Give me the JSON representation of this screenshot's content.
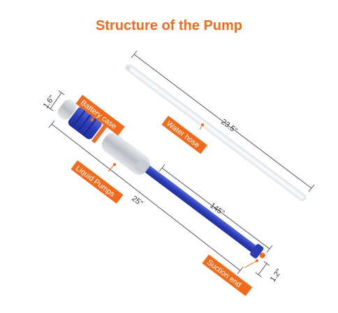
{
  "title": "Structure of the Pump",
  "colors": {
    "accent": "#f26b1d",
    "tube": "#3346c2",
    "hose": "#e4e8ec"
  },
  "labels": {
    "battery_case": "Battery case",
    "water_hose": "Water hose",
    "liquid_pumps": "Liquid Pumps",
    "suction_end": "Suction end"
  },
  "dimensions": {
    "handle_diameter": "1.6''",
    "hose_length": "23.5''",
    "total_length": "25''",
    "tube_length": "145''",
    "end_diameter": "1.2''"
  }
}
